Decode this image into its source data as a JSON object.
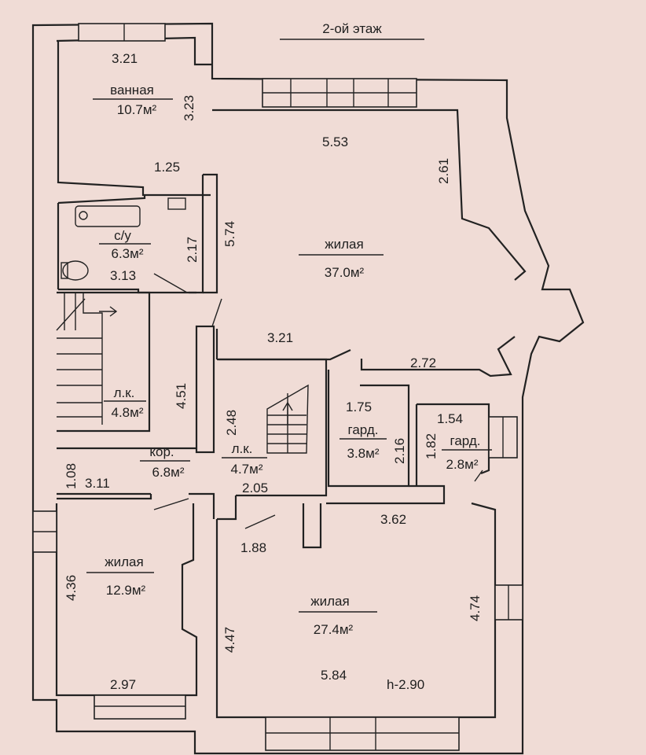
{
  "title": "2-ой этаж",
  "rooms": [
    {
      "id": "bath",
      "name": "ванная",
      "area": "10.7м²"
    },
    {
      "id": "wc",
      "name": "с/у",
      "area": "6.3м²"
    },
    {
      "id": "living-main",
      "name": "жилая",
      "area": "37.0м²"
    },
    {
      "id": "stair-left",
      "name": "л.к.",
      "area": "4.8м²"
    },
    {
      "id": "corridor",
      "name": "кор.",
      "area": "6.8м²"
    },
    {
      "id": "stair-center",
      "name": "л.к.",
      "area": "4.7м²"
    },
    {
      "id": "closet-1",
      "name": "гард.",
      "area": "3.8м²"
    },
    {
      "id": "closet-2",
      "name": "гард.",
      "area": "2.8м²"
    },
    {
      "id": "living-left",
      "name": "жилая",
      "area": "12.9м²"
    },
    {
      "id": "living-right",
      "name": "жилая",
      "area": "27.4м²"
    }
  ],
  "dimensions": [
    "3.21",
    "3.23",
    "1.25",
    "5.53",
    "2.61",
    "5.74",
    "2.17",
    "3.13",
    "3.21",
    "2.72",
    "4.51",
    "2.48",
    "1.75",
    "2.16",
    "1.54",
    "1.82",
    "1.08",
    "3.11",
    "2.05",
    "3.62",
    "1.88",
    "4.36",
    "4.47",
    "4.74",
    "5.84",
    "2.97"
  ],
  "ceiling_height": "h-2.90"
}
